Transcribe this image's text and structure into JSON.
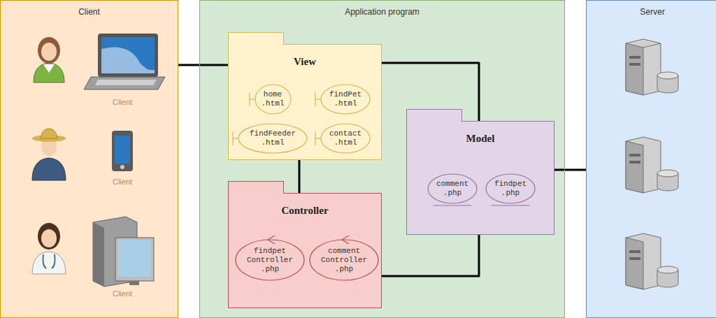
{
  "diagram": {
    "nodes": [
      {
        "text": [
          "Client"
        ]
      },
      {
        "text": [
          "Application program"
        ]
      },
      {
        "text": [
          "View"
        ],
        "in": 1
      },
      {
        "text": [
          "home .html"
        ],
        "in": 2
      },
      {
        "text": [
          "findPet .html"
        ],
        "in": 2
      },
      {
        "text": [
          "findFeeder .html"
        ],
        "in": 2
      },
      {
        "text": [
          "contact .html"
        ],
        "in": 2
      },
      {
        "text": [
          "Controller"
        ],
        "in": 1
      },
      {
        "text": [
          "findpet Controller .php"
        ],
        "in": 7
      },
      {
        "text": [
          "comment Controller .php"
        ],
        "in": 7
      },
      {
        "text": [
          "Model"
        ],
        "in": 1
      },
      {
        "text": [
          "comment .php"
        ],
        "in": 10
      },
      {
        "text": [
          "findpet .php"
        ],
        "in": 10
      },
      {
        "text": [
          "Server"
        ]
      }
    ],
    "edges": [
      {
        "from": 0,
        "to": 2,
        "arrow": "none"
      },
      {
        "from": 2,
        "to": 10,
        "arrow": "none"
      },
      {
        "from": 2,
        "to": 7,
        "arrow": "none"
      },
      {
        "from": 7,
        "to": 10,
        "arrow": "none"
      },
      {
        "from": 10,
        "to": 13,
        "arrow": "none"
      }
    ],
    "labels": [
      "Client",
      "Client",
      "Client"
    ]
  }
}
